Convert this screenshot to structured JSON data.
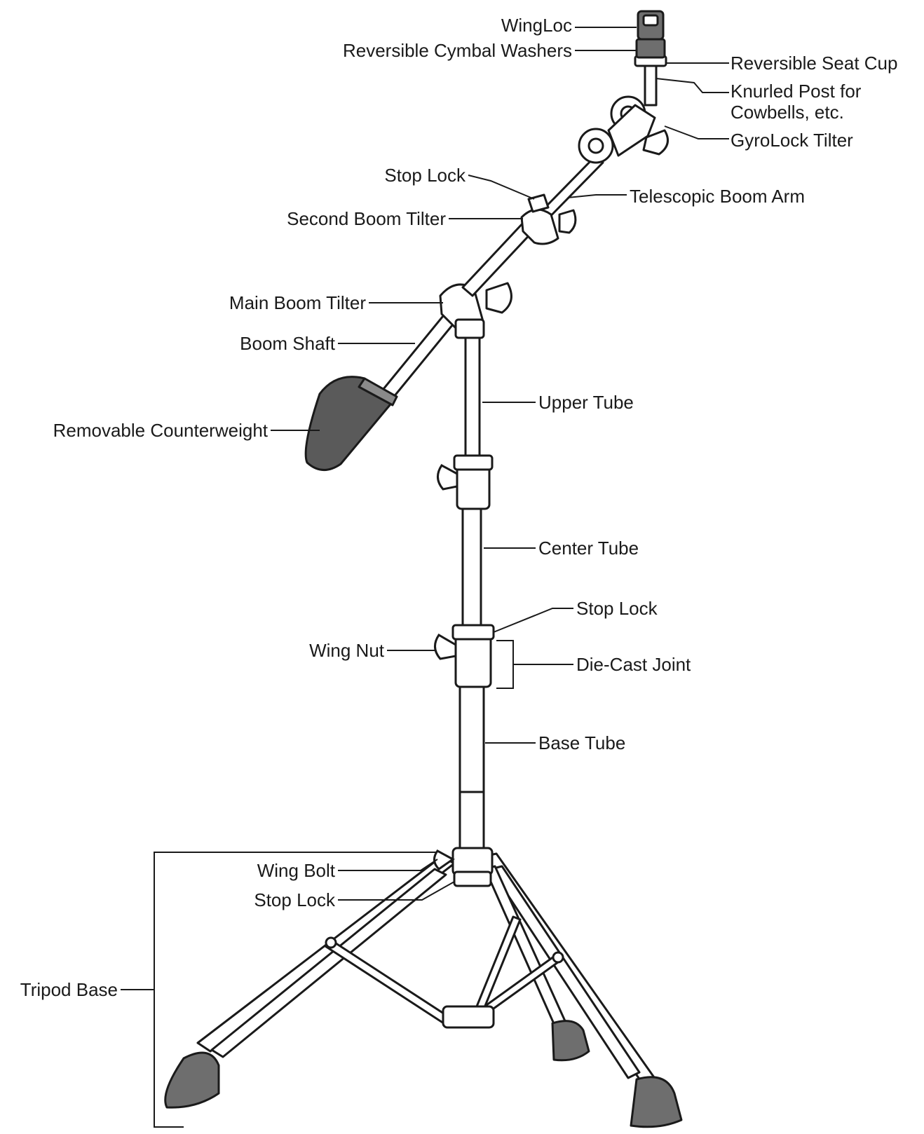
{
  "labels": {
    "wingloc": "WingLoc",
    "reversible_cymbal_washers": "Reversible Cymbal Washers",
    "reversible_seat_cup": "Reversible Seat Cup",
    "knurled_post_line1": "Knurled Post for",
    "knurled_post_line2": "Cowbells, etc.",
    "gyrolock_tilter": "GyroLock Tilter",
    "stop_lock_top": "Stop Lock",
    "telescopic_boom_arm": "Telescopic Boom Arm",
    "second_boom_tilter": "Second Boom Tilter",
    "main_boom_tilter": "Main Boom Tilter",
    "boom_shaft": "Boom Shaft",
    "upper_tube": "Upper Tube",
    "removable_counterweight": "Removable Counterweight",
    "center_tube": "Center Tube",
    "stop_lock_middle": "Stop Lock",
    "wing_nut": "Wing Nut",
    "die_cast_joint": "Die-Cast Joint",
    "base_tube": "Base Tube",
    "wing_bolt": "Wing Bolt",
    "stop_lock_bottom": "Stop Lock",
    "tripod_base": "Tripod Base"
  },
  "colors": {
    "line": "#1a1a1a",
    "part_fill": "#ffffff",
    "rubber_fill": "#6e6e6e",
    "counterweight_fill": "#5a5a5a"
  }
}
